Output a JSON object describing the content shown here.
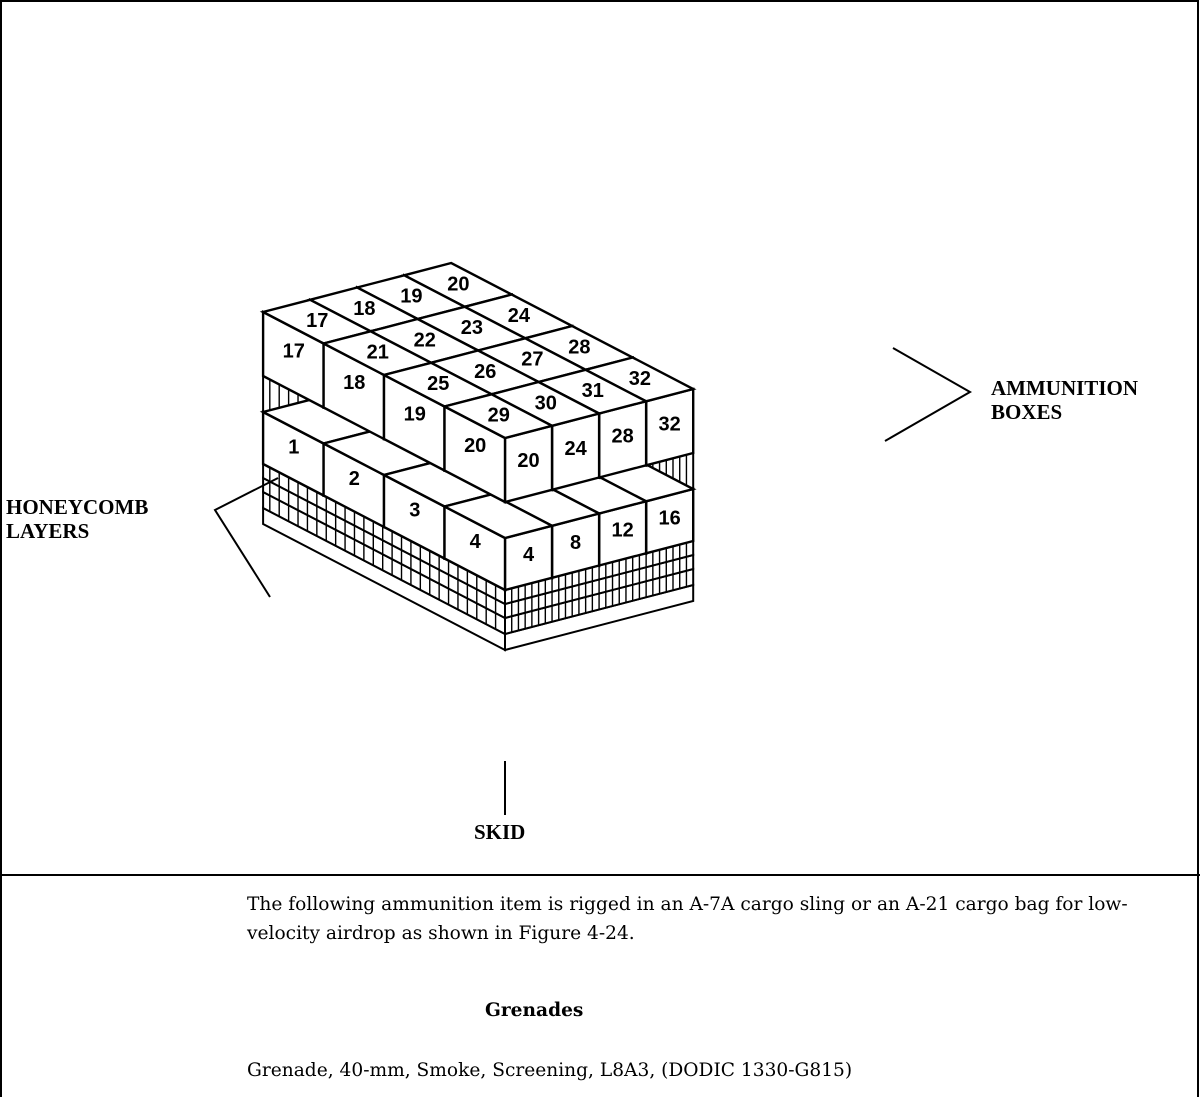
{
  "callouts": {
    "ammunition_boxes": [
      "AMMUNITION",
      "BOXES"
    ],
    "honeycomb_layers": [
      "HONEYCOMB",
      "LAYERS"
    ],
    "skid": "SKID"
  },
  "top_numbers": [
    "17",
    "21",
    "25",
    "29",
    "18",
    "22",
    "26",
    "30",
    "19",
    "23",
    "27",
    "31",
    "20",
    "24",
    "28",
    "32"
  ],
  "left_face_numbers": {
    "upper": [
      "17",
      "18",
      "19",
      "20"
    ],
    "lower": [
      "1",
      "2",
      "3",
      "4"
    ]
  },
  "right_face_numbers": {
    "upper": [
      "20",
      "24",
      "28",
      "32"
    ],
    "lower": [
      "4",
      "8",
      "12",
      "16"
    ]
  },
  "intro_paragraph": "The following ammunition item is rigged in an A-7A cargo sling or an A-21 cargo bag for low-velocity airdrop as shown in Figure 4-24.",
  "section_heading": "Grenades",
  "ammo_item": "Grenade, 40-mm, Smoke, Screening, L8A3, (DODIC 1330-G815)"
}
